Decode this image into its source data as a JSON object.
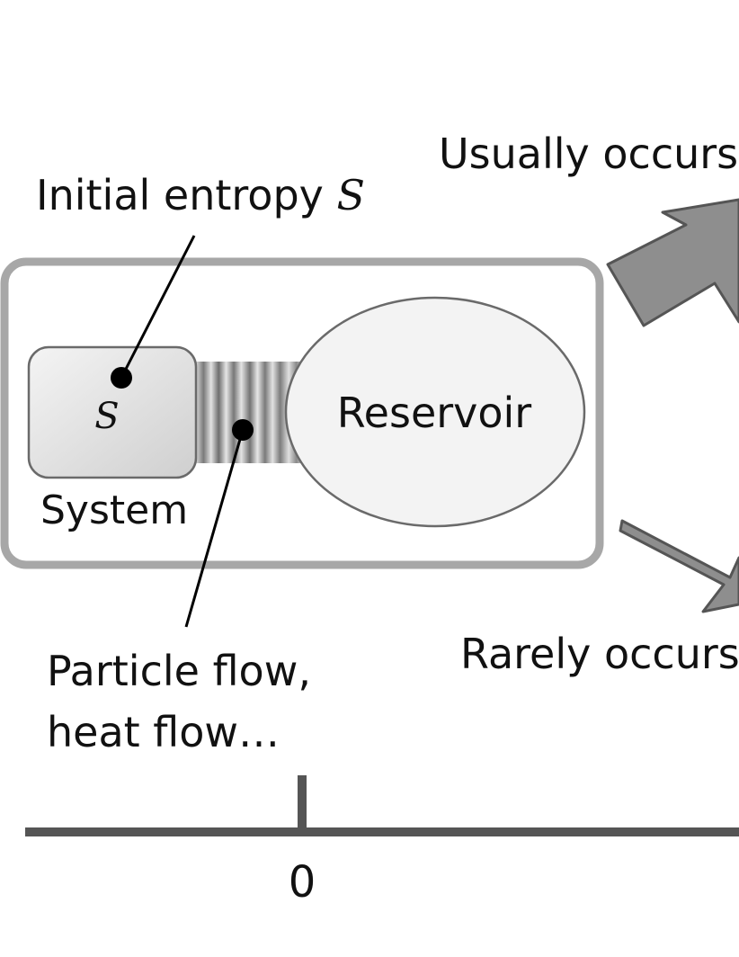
{
  "diagram": {
    "entropy_label_prefix": "Initial entropy ",
    "entropy_symbol": "S",
    "system_symbol": "S",
    "system_label": "System",
    "reservoir_label": "Reservoir",
    "flow_label_line1": "Particle flow,",
    "flow_label_line2": "heat flow…",
    "usual_label": "Usually occurs.",
    "rare_label": "Rarely occurs.",
    "axis_tick_label": "0"
  }
}
